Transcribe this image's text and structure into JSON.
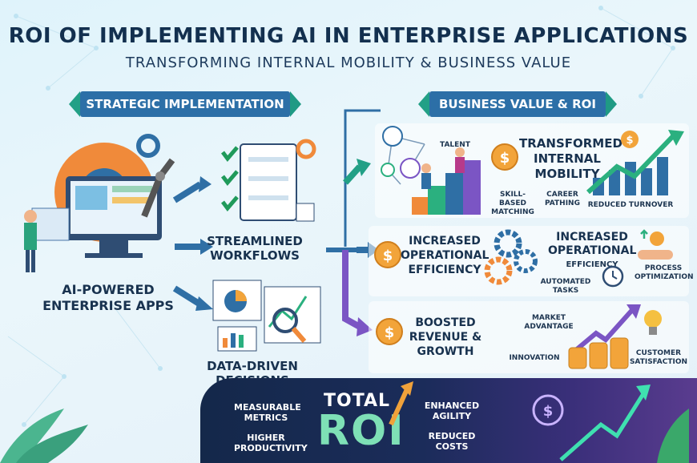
{
  "header": {
    "title": "ROI OF IMPLEMENTING AI IN ENTERPRISE APPLICATIONS",
    "subtitle": "TRANSFORMING INTERNAL MOBILITY & BUSINESS VALUE"
  },
  "left": {
    "ribbon": "STRATEGIC IMPLEMENTATION",
    "ai_apps": "AI-POWERED ENTERPRISE APPS",
    "workflows": "STREAMLINED WORKFLOWS",
    "decisions": "DATA-DRIVEN DECISIONS"
  },
  "right": {
    "ribbon": "BUSINESS VALUE & ROI",
    "talent": "TALENT",
    "mobility": "TRANSFORMED INTERNAL MOBILITY",
    "skill": "SKILL-BASED MATCHING",
    "career": "CAREER PATHING",
    "turnover": "REDUCED TURNOVER",
    "efficiency_left": "INCREASED OPERATIONAL EFFICIENCY",
    "efficiency_right_1": "INCREASED OPERATIONAL",
    "efficiency_right_2": "EFFICIENCY",
    "automated": "AUTOMATED TASKS",
    "process": "PROCESS OPTIMIZATION",
    "revenue": "BOOSTED REVENUE & GROWTH",
    "market": "MARKET ADVANTAGE",
    "innovation": "INNOVATION",
    "customer": "CUSTOMER SATISFACTION"
  },
  "bottom": {
    "measurable": "MEASURABLE METRICS",
    "productivity": "HIGHER PRODUCTIVITY",
    "total": "TOTAL",
    "roi": "ROI",
    "agility": "ENHANCED AGILITY",
    "costs": "REDUCED COSTS"
  },
  "colors": {
    "ribbon_blue": "#2c6fa7",
    "ribbon_teal": "#22a086",
    "coin": "#f2a43a",
    "arrow_green": "#2bb07f",
    "arrow_purple": "#7b55c4"
  }
}
